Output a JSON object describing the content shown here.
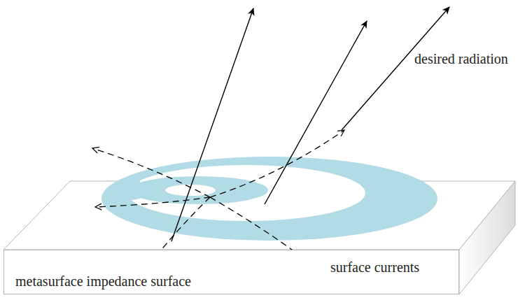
{
  "diagram": {
    "nodes": [
      {
        "text": [
          "metasurface impedance surface"
        ]
      }
    ],
    "labels": [
      "desired radiation",
      "surface currents"
    ]
  }
}
